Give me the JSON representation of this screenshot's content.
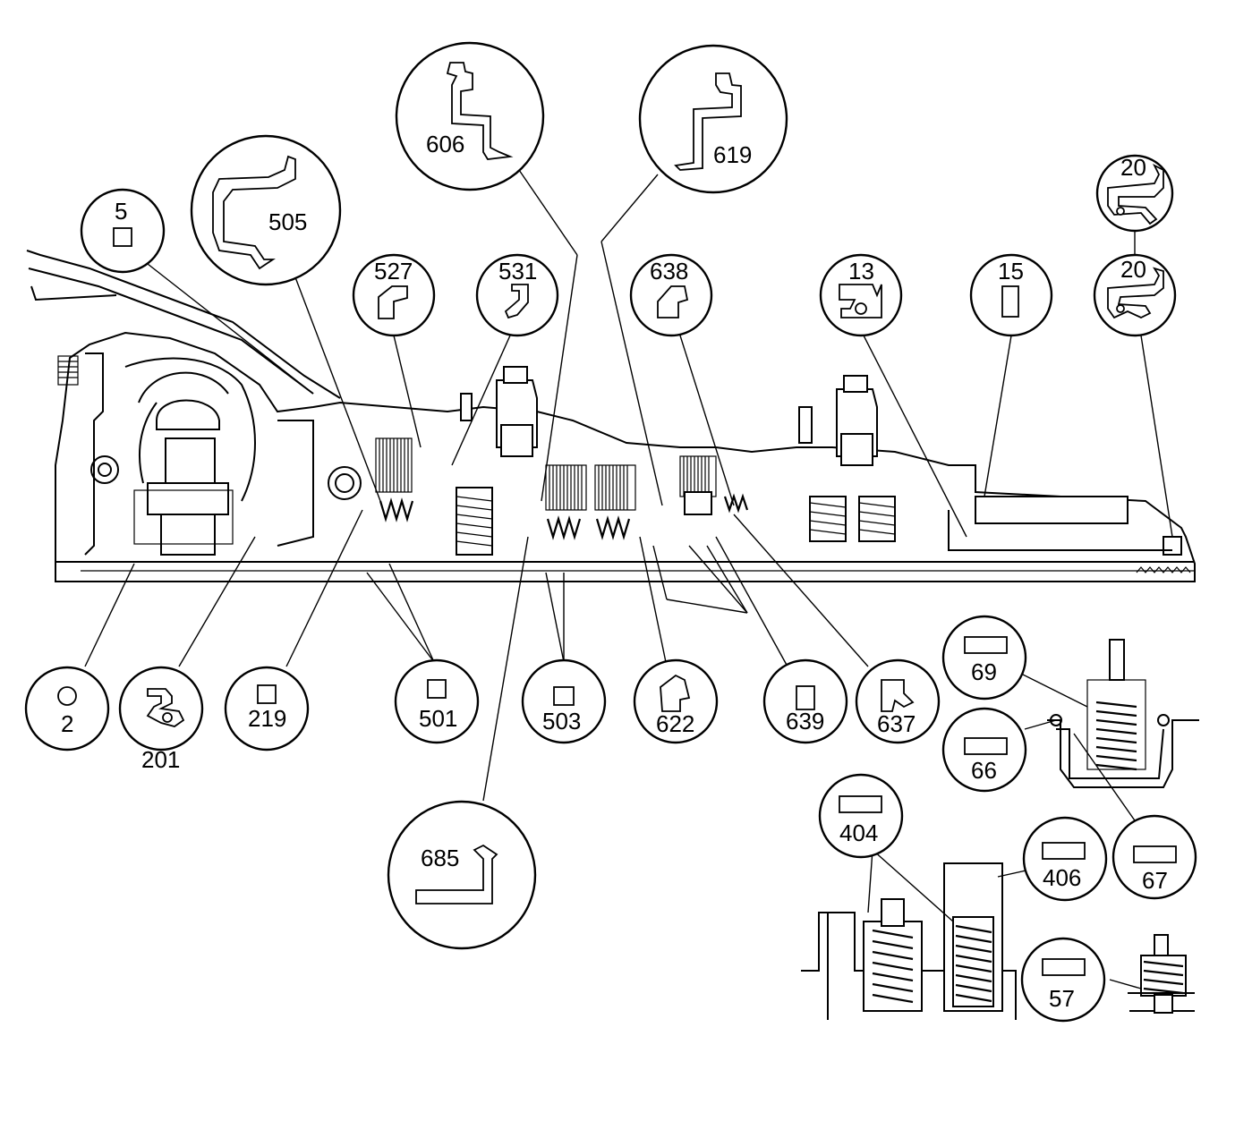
{
  "callouts": {
    "c2": "2",
    "c5": "5",
    "c13": "13",
    "c15": "15",
    "c20a": "20",
    "c20b": "20",
    "c57": "57",
    "c66": "66",
    "c67": "67",
    "c69": "69",
    "c201": "201",
    "c219": "219",
    "c404": "404",
    "c406": "406",
    "c501": "501",
    "c503": "503",
    "c505": "505",
    "c527": "527",
    "c531": "531",
    "c606": "606",
    "c619": "619",
    "c622": "622",
    "c637": "637",
    "c638": "638",
    "c639": "639",
    "c685": "685"
  }
}
